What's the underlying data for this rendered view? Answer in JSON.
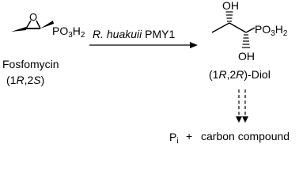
{
  "reactant": {
    "name": "Fosfomycin",
    "stereo": "(1R,2S)",
    "ring_atom": "O",
    "group": {
      "base": "PO",
      "sub3": "3",
      "h": "H",
      "sub2": "2"
    }
  },
  "arrow": {
    "organism_italic": "R. huakuii",
    "strain": "PMY1"
  },
  "product": {
    "oh_top": "OH",
    "oh_bottom": "OH",
    "group": {
      "base": "PO",
      "sub3": "3",
      "h": "H",
      "sub2": "2"
    },
    "stereo_label": "(1R,2R)-Diol"
  },
  "degradation": {
    "pi": "P",
    "pi_sub": "i",
    "plus": "+",
    "carbon": "carbon compound"
  }
}
